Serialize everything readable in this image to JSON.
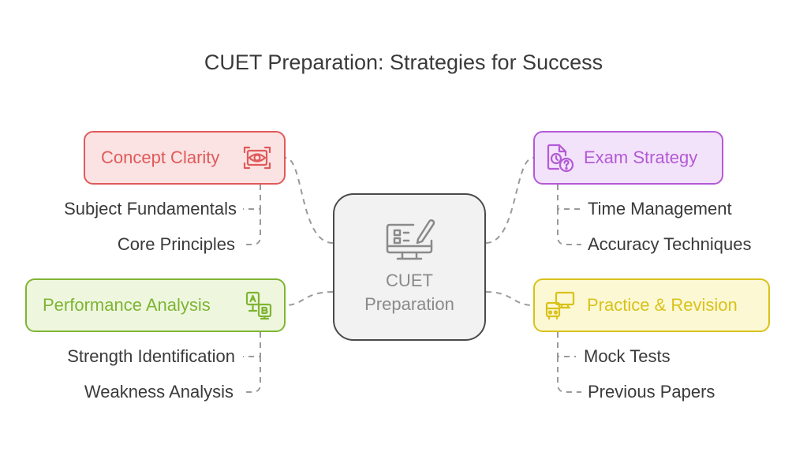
{
  "title": "CUET Preparation: Strategies for Success",
  "center": {
    "line1": "CUET",
    "line2": "Preparation",
    "icon": "computer-edit-icon"
  },
  "branches": [
    {
      "label": "Concept Clarity",
      "icon": "eye-scan-icon",
      "color": "#e05a5a",
      "fill": "#fbe3e3",
      "items": [
        "Subject Fundamentals",
        "Core Principles"
      ]
    },
    {
      "label": "Exam Strategy",
      "icon": "clock-document-question-icon",
      "color": "#b35ad6",
      "fill": "#f3e3fa",
      "items": [
        "Time Management",
        "Accuracy Techniques"
      ]
    },
    {
      "label": "Performance Analysis",
      "icon": "compare-a-b-icon",
      "color": "#7fb433",
      "fill": "#eef7de",
      "items": [
        "Strength Identification",
        "Weakness Analysis"
      ]
    },
    {
      "label": "Practice & Revision",
      "icon": "bus-monitor-icon",
      "color": "#d9c21a",
      "fill": "#fcf8d4",
      "items": [
        "Mock Tests",
        "Previous Papers"
      ]
    }
  ]
}
